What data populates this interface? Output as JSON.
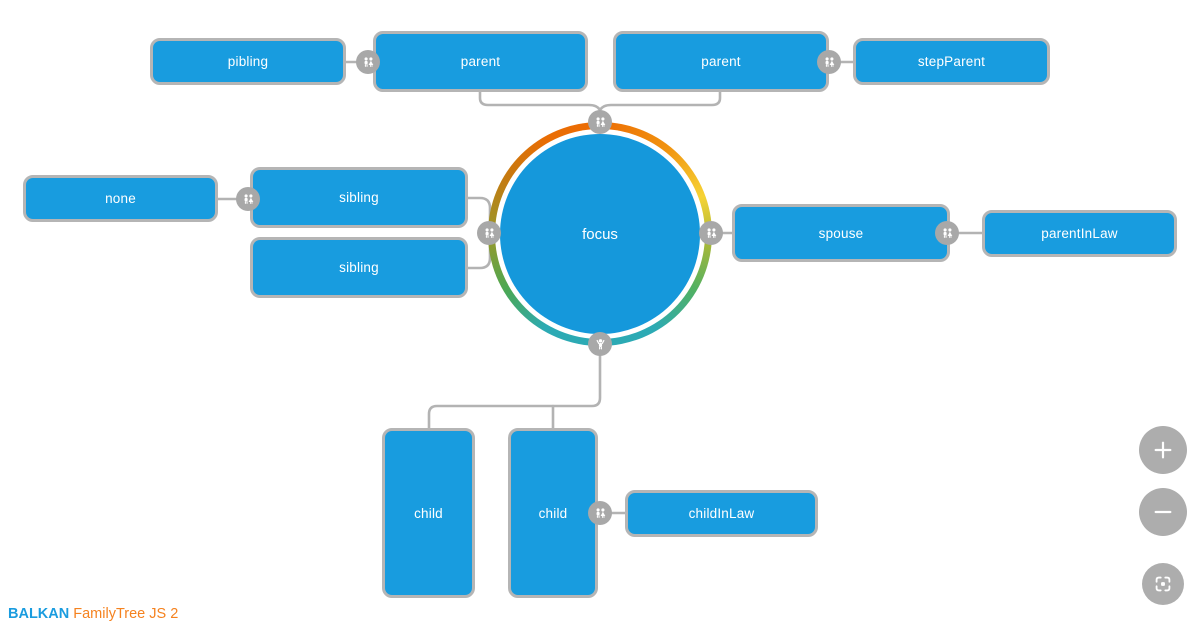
{
  "nodes": {
    "pibling": "pibling",
    "parent1": "parent",
    "parent2": "parent",
    "stepParent": "stepParent",
    "none": "none",
    "sibling1": "sibling",
    "sibling2": "sibling",
    "focus": "focus",
    "spouse": "spouse",
    "parentInLaw": "parentInLaw",
    "child1": "child",
    "child2": "child",
    "childInLaw": "childInLaw"
  },
  "branding": {
    "brand": "BALKAN",
    "product": "FamilyTree JS 2"
  },
  "controls": {
    "zoom_in_icon": "plus-icon",
    "zoom_out_icon": "minus-icon",
    "fit_icon": "fit-screen-icon"
  },
  "icons": {
    "partner_junction": "couple-icon",
    "child_junction": "person-arms-up-icon"
  },
  "colors": {
    "node_fill": "#189CDF",
    "focus_fill": "#1598DB",
    "node_border": "#B5B5B5",
    "connector": "#B3B3B3",
    "junction_bg": "#A8A8A8",
    "control_bg": "#ADADAD",
    "brand_blue": "#1A9CDF",
    "brand_orange": "#F5821F",
    "ring_gradient": [
      "#EC6C04",
      "#F6D335",
      "#52B162",
      "#2CAAB4",
      "#4CA852",
      "#96992C",
      "#C47A10"
    ]
  }
}
